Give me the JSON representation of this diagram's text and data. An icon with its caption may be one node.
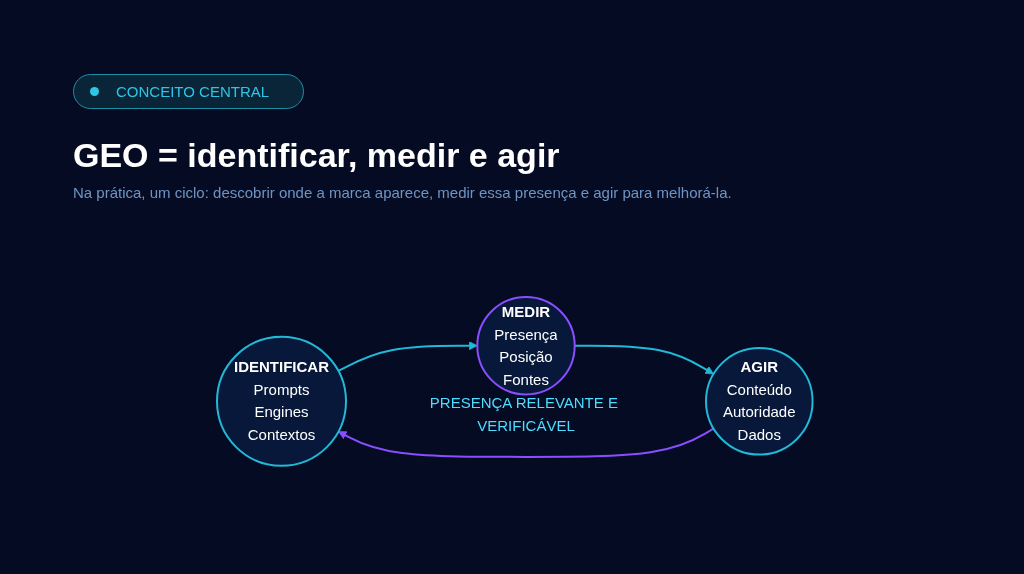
{
  "diagram": {
    "title": "GEO = identificar, medir e agir",
    "nodes": [
      {
        "text": [
          "IDENTIFICAR",
          "Prompts",
          "Engines",
          "Contextos"
        ]
      },
      {
        "text": [
          "MEDIR",
          "Presença",
          "Posição",
          "Fontes"
        ]
      },
      {
        "text": [
          "AGIR",
          "Conteúdo",
          "Autoridade",
          "Dados"
        ]
      }
    ],
    "edges": [
      {
        "from": 0,
        "to": 1,
        "arrow": "to"
      },
      {
        "from": 1,
        "to": 2,
        "arrow": "to"
      },
      {
        "from": 2,
        "to": 0,
        "arrow": "to",
        "label": "PRESENÇA RELEVANTE E VERIFICÁVEL",
        "color": "#8a4dff"
      }
    ],
    "labels": [
      "CONCEITO CENTRAL",
      "Na prática, um ciclo: descobrir onde a marca aparece, medir essa presença e agir para melhorá-la."
    ]
  }
}
